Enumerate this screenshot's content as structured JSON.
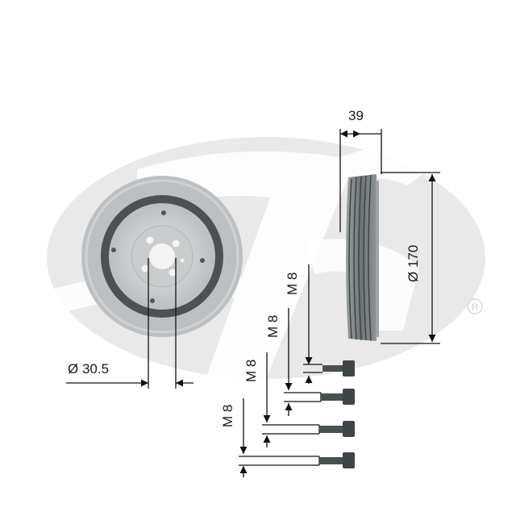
{
  "diagram": {
    "subject": "Crankshaft torsional vibration damper pulley with bolts",
    "watermark": {
      "brand_mark": "Gates",
      "registered_symbol": "®"
    },
    "dimensions": {
      "width": "39",
      "outer_diameter": "Ø 170",
      "bore_diameter": "Ø 30.5"
    },
    "bolts": [
      {
        "label": "M 8"
      },
      {
        "label": "M 8"
      },
      {
        "label": "M 8"
      },
      {
        "label": "M 8"
      }
    ],
    "colors": {
      "watermark": "#e6e6e6",
      "pulley_outer": "#b9bcbe",
      "rubber_ring": "#4c5254",
      "hub": "#cfd1d2",
      "line": "#111111",
      "bolt": "#4a4f51"
    }
  }
}
